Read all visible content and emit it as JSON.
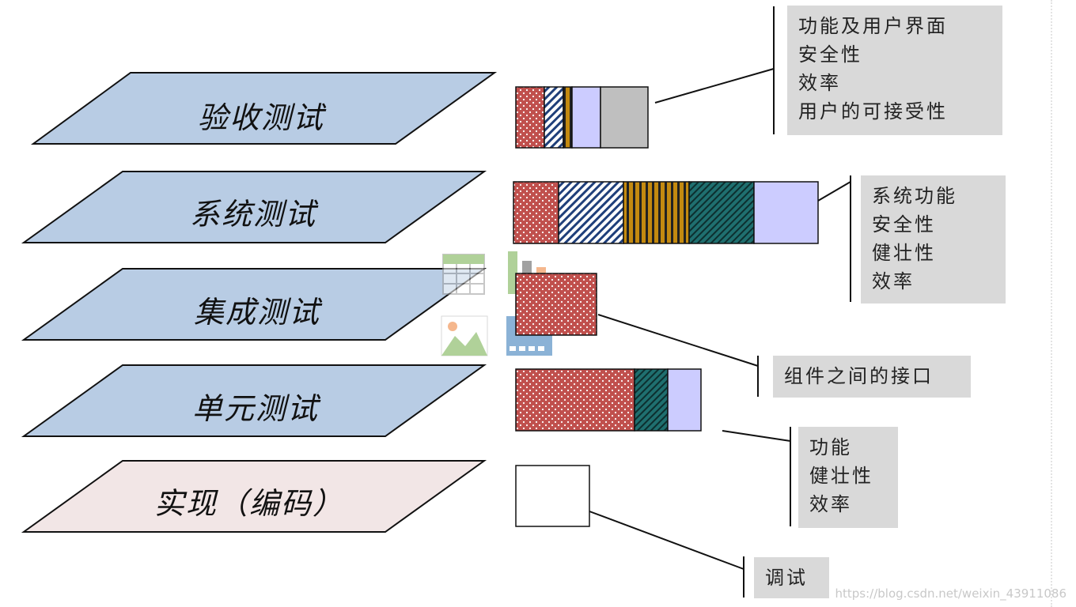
{
  "layers": [
    {
      "label": "验收测试"
    },
    {
      "label": "系统测试"
    },
    {
      "label": "集成测试"
    },
    {
      "label": "单元测试"
    },
    {
      "label": "实现（编码）"
    }
  ],
  "notes": {
    "acceptance": [
      "功能及用户界面",
      "安全性",
      "效率",
      "用户的可接受性"
    ],
    "system": [
      "系统功能",
      "安全性",
      "健壮性",
      "效率"
    ],
    "integration": [
      "组件之间的接口"
    ],
    "unit": [
      "功能",
      "健壮性",
      "效率"
    ],
    "implementation": [
      "调试"
    ]
  },
  "colors": {
    "layer_fill": "#b8cce4",
    "impl_fill": "#f2e6e6",
    "dots": "#c0504d",
    "hatch_blue": "#1f3f7a",
    "stripe_orange": "#c48a10",
    "teal": "#1f6f6f",
    "lavender": "#ccccff",
    "gray": "#bfbfbf",
    "note_bg": "#d9d9d9"
  },
  "watermark": "https://blog.csdn.net/weixin_43911086"
}
